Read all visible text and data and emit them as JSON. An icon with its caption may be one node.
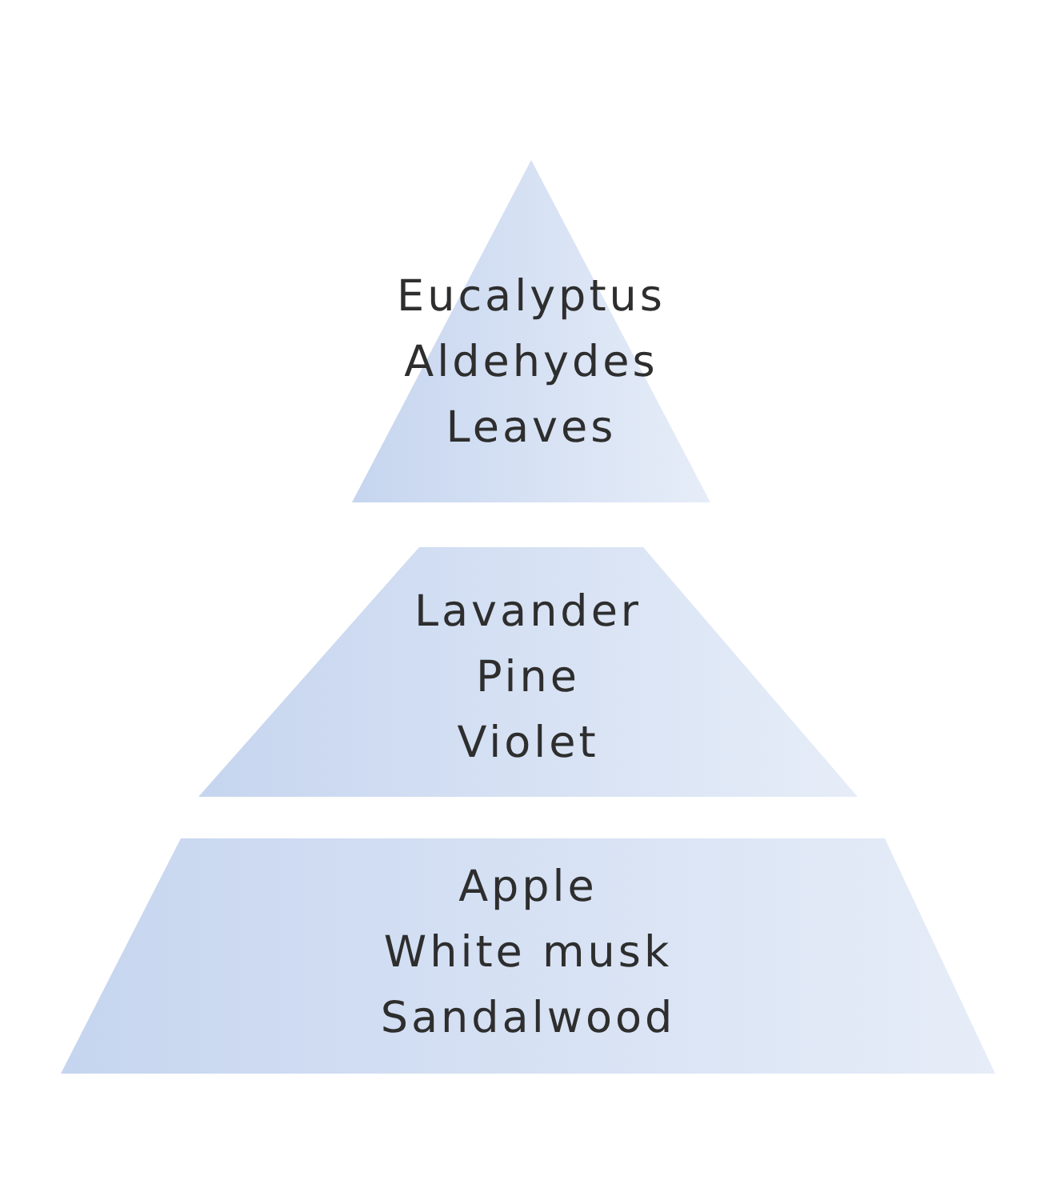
{
  "diagram": {
    "nodes": [
      {
        "text": [
          "Eucalyptus",
          "Aldehydes",
          "Leaves"
        ]
      },
      {
        "text": [
          "Lavander",
          "Pine",
          "Violet"
        ]
      },
      {
        "text": [
          "Apple",
          "White musk",
          "Sandalwood"
        ]
      }
    ]
  }
}
